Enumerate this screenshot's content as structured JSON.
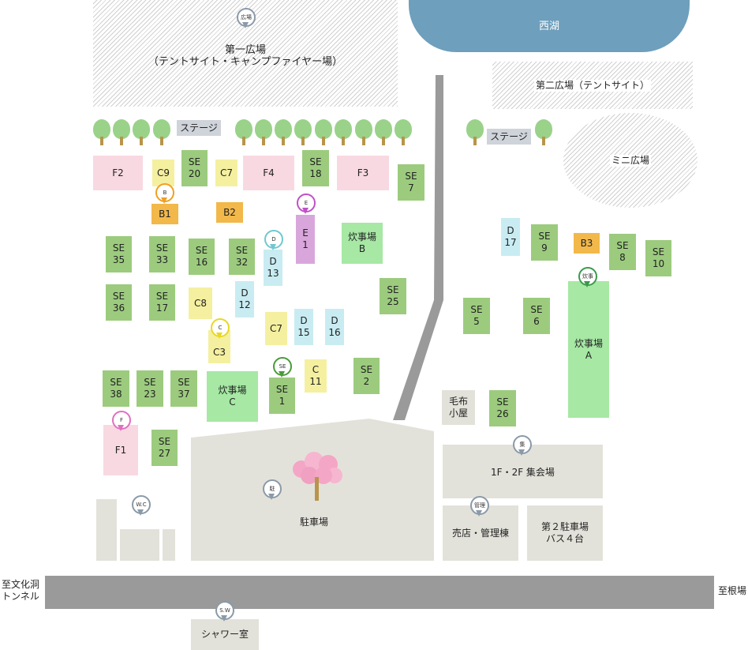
{
  "map": {
    "lake": "西湖",
    "plaza1": "第一広場\n（テントサイト・キャンプファイヤー場）",
    "plaza2": "第二広場（テントサイト）",
    "mini_plaza": "ミニ広場",
    "stage_left": "ステージ",
    "stage_right": "ステージ",
    "assembly_hall": "1F・2F 集会場",
    "shop": "売店・管理棟",
    "parking2": "第２駐車場\nバス４台",
    "parking": "駐車場",
    "blanket_hut": "毛布\n小屋",
    "shower": "シャワー室",
    "to_tunnel": "至文化洞\nトンネル",
    "to_nebajo": "至根場"
  },
  "sites": {
    "F2": "F2",
    "F4": "F4",
    "F3": "F3",
    "F1": "F1",
    "C9": "C9",
    "C7a": "C7",
    "C7b": "C7",
    "C8": "C8",
    "C3": "C3",
    "C11": "C\n11",
    "B1": "B1",
    "B2": "B2",
    "B3": "B3",
    "E1": "E\n1",
    "D13": "D\n13",
    "D12": "D\n12",
    "D15": "D\n15",
    "D16": "D\n16",
    "D17": "D\n17",
    "SE20": "SE\n20",
    "SE18": "SE\n18",
    "SE7": "SE\n7",
    "SE35": "SE\n35",
    "SE33": "SE\n33",
    "SE16": "SE\n16",
    "SE32": "SE\n32",
    "SE36": "SE\n36",
    "SE17": "SE\n17",
    "SE25": "SE\n25",
    "SE38": "SE\n38",
    "SE23": "SE\n23",
    "SE37": "SE\n37",
    "SE1": "SE\n1",
    "SE2": "SE\n2",
    "SE27": "SE\n27",
    "SE9": "SE\n9",
    "SE8": "SE\n8",
    "SE10": "SE\n10",
    "SE5": "SE\n5",
    "SE6": "SE\n6",
    "SE26": "SE\n26",
    "cookA": "炊事場\nA",
    "cookB": "炊事場\nB",
    "cookC": "炊事場\nC"
  },
  "pins": {
    "plaza": "広場",
    "B": "B",
    "E": "E",
    "D": "D",
    "C": "C",
    "SE": "SE",
    "F": "F",
    "cook": "炊事",
    "assembly": "集",
    "parking": "駐",
    "management": "管理",
    "wc": "W.C",
    "sw": "S.W"
  },
  "colors": {
    "lake": "#6e9fbc",
    "road": "#9a9a9a",
    "se": "#9ccb7e",
    "cook": "#a6e8a4",
    "pin_b": "#f0a020",
    "pin_e": "#c050c8",
    "pin_d": "#70c8d0",
    "pin_c": "#e8d820",
    "pin_se": "#4a9a3a",
    "pin_f": "#e070c0",
    "pin_cook": "#3a9a4a",
    "pin_gray": "#8a9aa8"
  }
}
